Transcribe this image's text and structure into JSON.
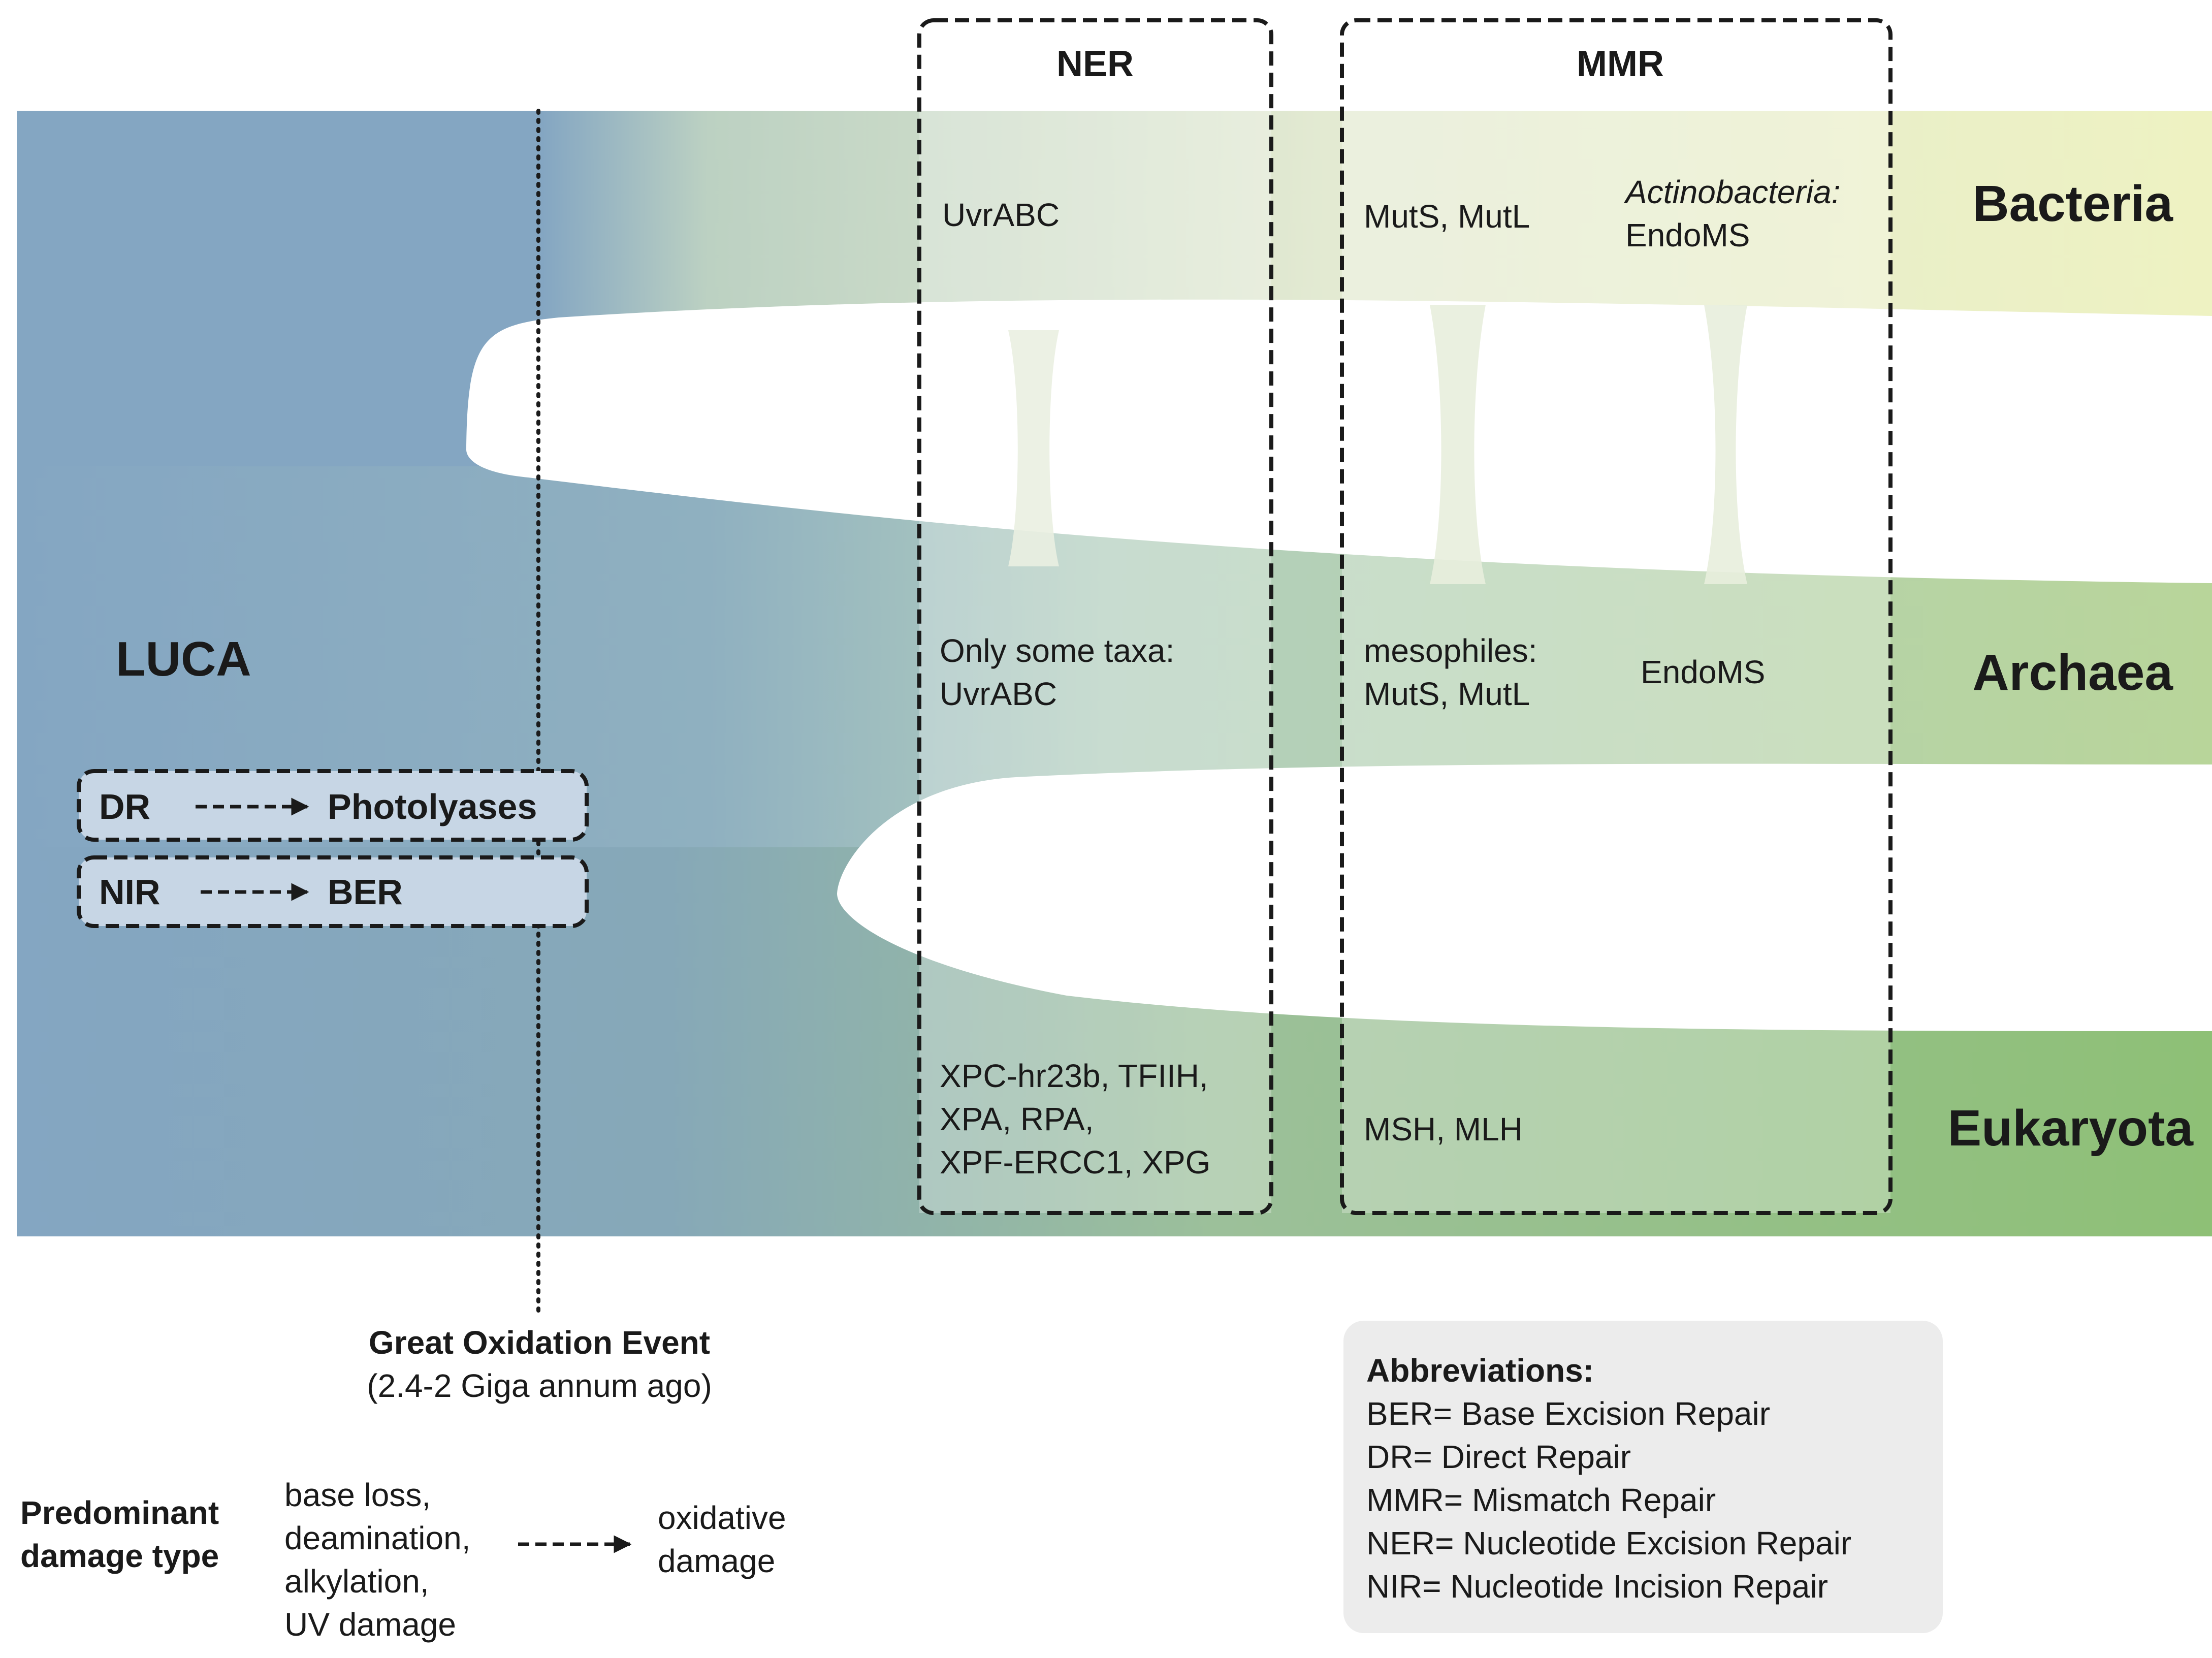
{
  "luca": {
    "label": "LUCA"
  },
  "transitions": [
    {
      "from": "DR",
      "to": "Photolyases"
    },
    {
      "from": "NIR",
      "to": "BER"
    }
  ],
  "goe": {
    "title": "Great Oxidation Event",
    "subtitle": "(2.4-2 Giga annum ago)"
  },
  "domains": {
    "bacteria": "Bacteria",
    "archaea": "Archaea",
    "eukaryota": "Eukaryota"
  },
  "ner": {
    "title": "NER",
    "bacteria": [
      "UvrABC"
    ],
    "archaea": [
      "Only some taxa:",
      "UvrABC"
    ],
    "eukaryota": [
      "XPC-hr23b, TFIIH,",
      "XPA, RPA,",
      "XPF-ERCC1, XPG"
    ]
  },
  "mmr": {
    "title": "MMR",
    "bacteria": [
      "MutS, MutL"
    ],
    "bacteria_note_taxon": "Actinobacteria:",
    "bacteria_note": "EndoMS",
    "archaea": [
      "mesophiles:",
      "MutS, MutL"
    ],
    "archaea_note": "EndoMS",
    "eukaryota": [
      "MSH, MLH"
    ]
  },
  "damage": {
    "label": [
      "Predominant",
      "damage type"
    ],
    "before": [
      "base loss,",
      "deamination,",
      "alkylation,",
      "UV damage"
    ],
    "after": [
      "oxidative",
      "damage"
    ]
  },
  "abbreviations": {
    "title": "Abbreviations:",
    "items": [
      "BER= Base Excision Repair",
      "DR= Direct Repair",
      "MMR= Mismatch Repair",
      "NER= Nucleotide Excision Repair",
      "NIR= Nucleotide Incision Repair"
    ]
  },
  "colors": {
    "luca_blue": "#84a6c2",
    "bacteria_end": "#eef2c2",
    "archaea_end": "#b8d59a",
    "eukaryota_end": "#8ec076",
    "legend_bg": "#ececec"
  }
}
